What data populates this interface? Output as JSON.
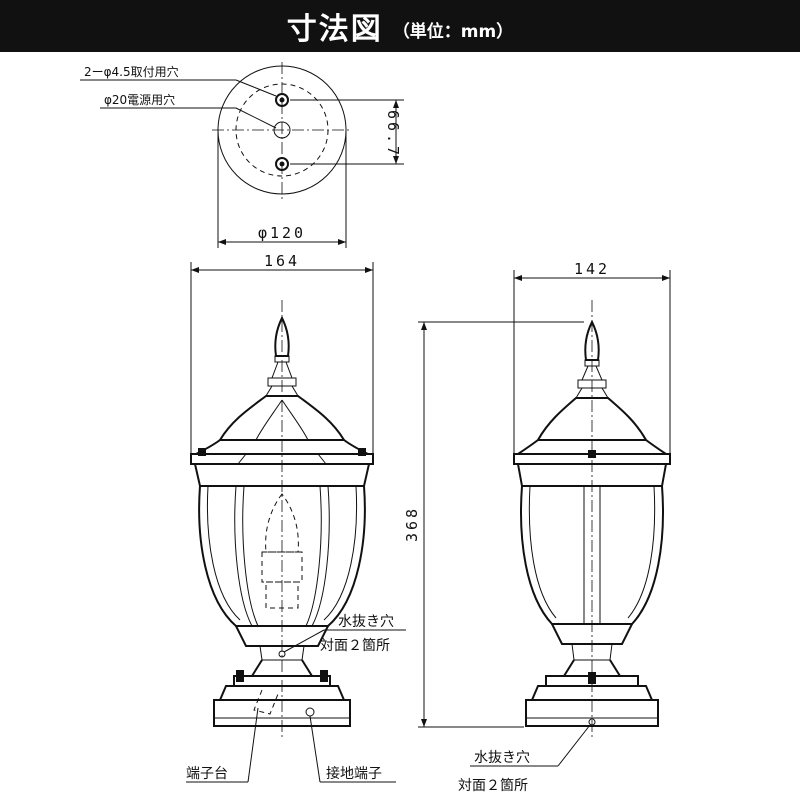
{
  "header": {
    "title": "寸法図",
    "unit": "（単位：mm）"
  },
  "plan_view": {
    "hole_label": "2ーφ4.5取付用穴",
    "power_hole_label": "φ20電源用穴",
    "pitch_dim": "66.7",
    "diameter_dim": "φ120"
  },
  "front_view": {
    "width_dim": "164",
    "drain_label_1": "水抜き穴",
    "drain_label_2": "対面２箇所",
    "terminal_block_label": "端子台",
    "ground_terminal_label": "接地端子"
  },
  "side_view": {
    "width_dim": "142",
    "height_dim": "368",
    "drain_label_1": "水抜き穴",
    "drain_label_2": "対面２箇所"
  },
  "colors": {
    "header_bg": "#111111",
    "header_text": "#ffffff",
    "line": "#111111"
  }
}
